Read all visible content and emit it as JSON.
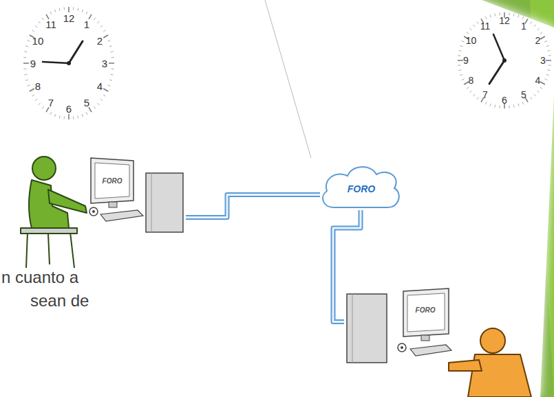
{
  "diagram": {
    "nodes": [
      {
        "text": [
          "FORO"
        ]
      },
      {
        "text": [
          "FORO"
        ]
      },
      {
        "text": [
          "FORO"
        ]
      }
    ],
    "edges": [
      {
        "from": 0,
        "to": 1,
        "arrow": "none"
      },
      {
        "from": 1,
        "to": 2,
        "arrow": "none"
      }
    ],
    "labels": [
      "12",
      "1",
      "2",
      "3",
      "4",
      "5",
      "6",
      "7",
      "8",
      "9",
      "10",
      "11",
      "12",
      "1",
      "2",
      "3",
      "4",
      "5",
      "6",
      "7",
      "8",
      "9",
      "10",
      "11",
      "n cuanto a",
      "sean de"
    ]
  }
}
